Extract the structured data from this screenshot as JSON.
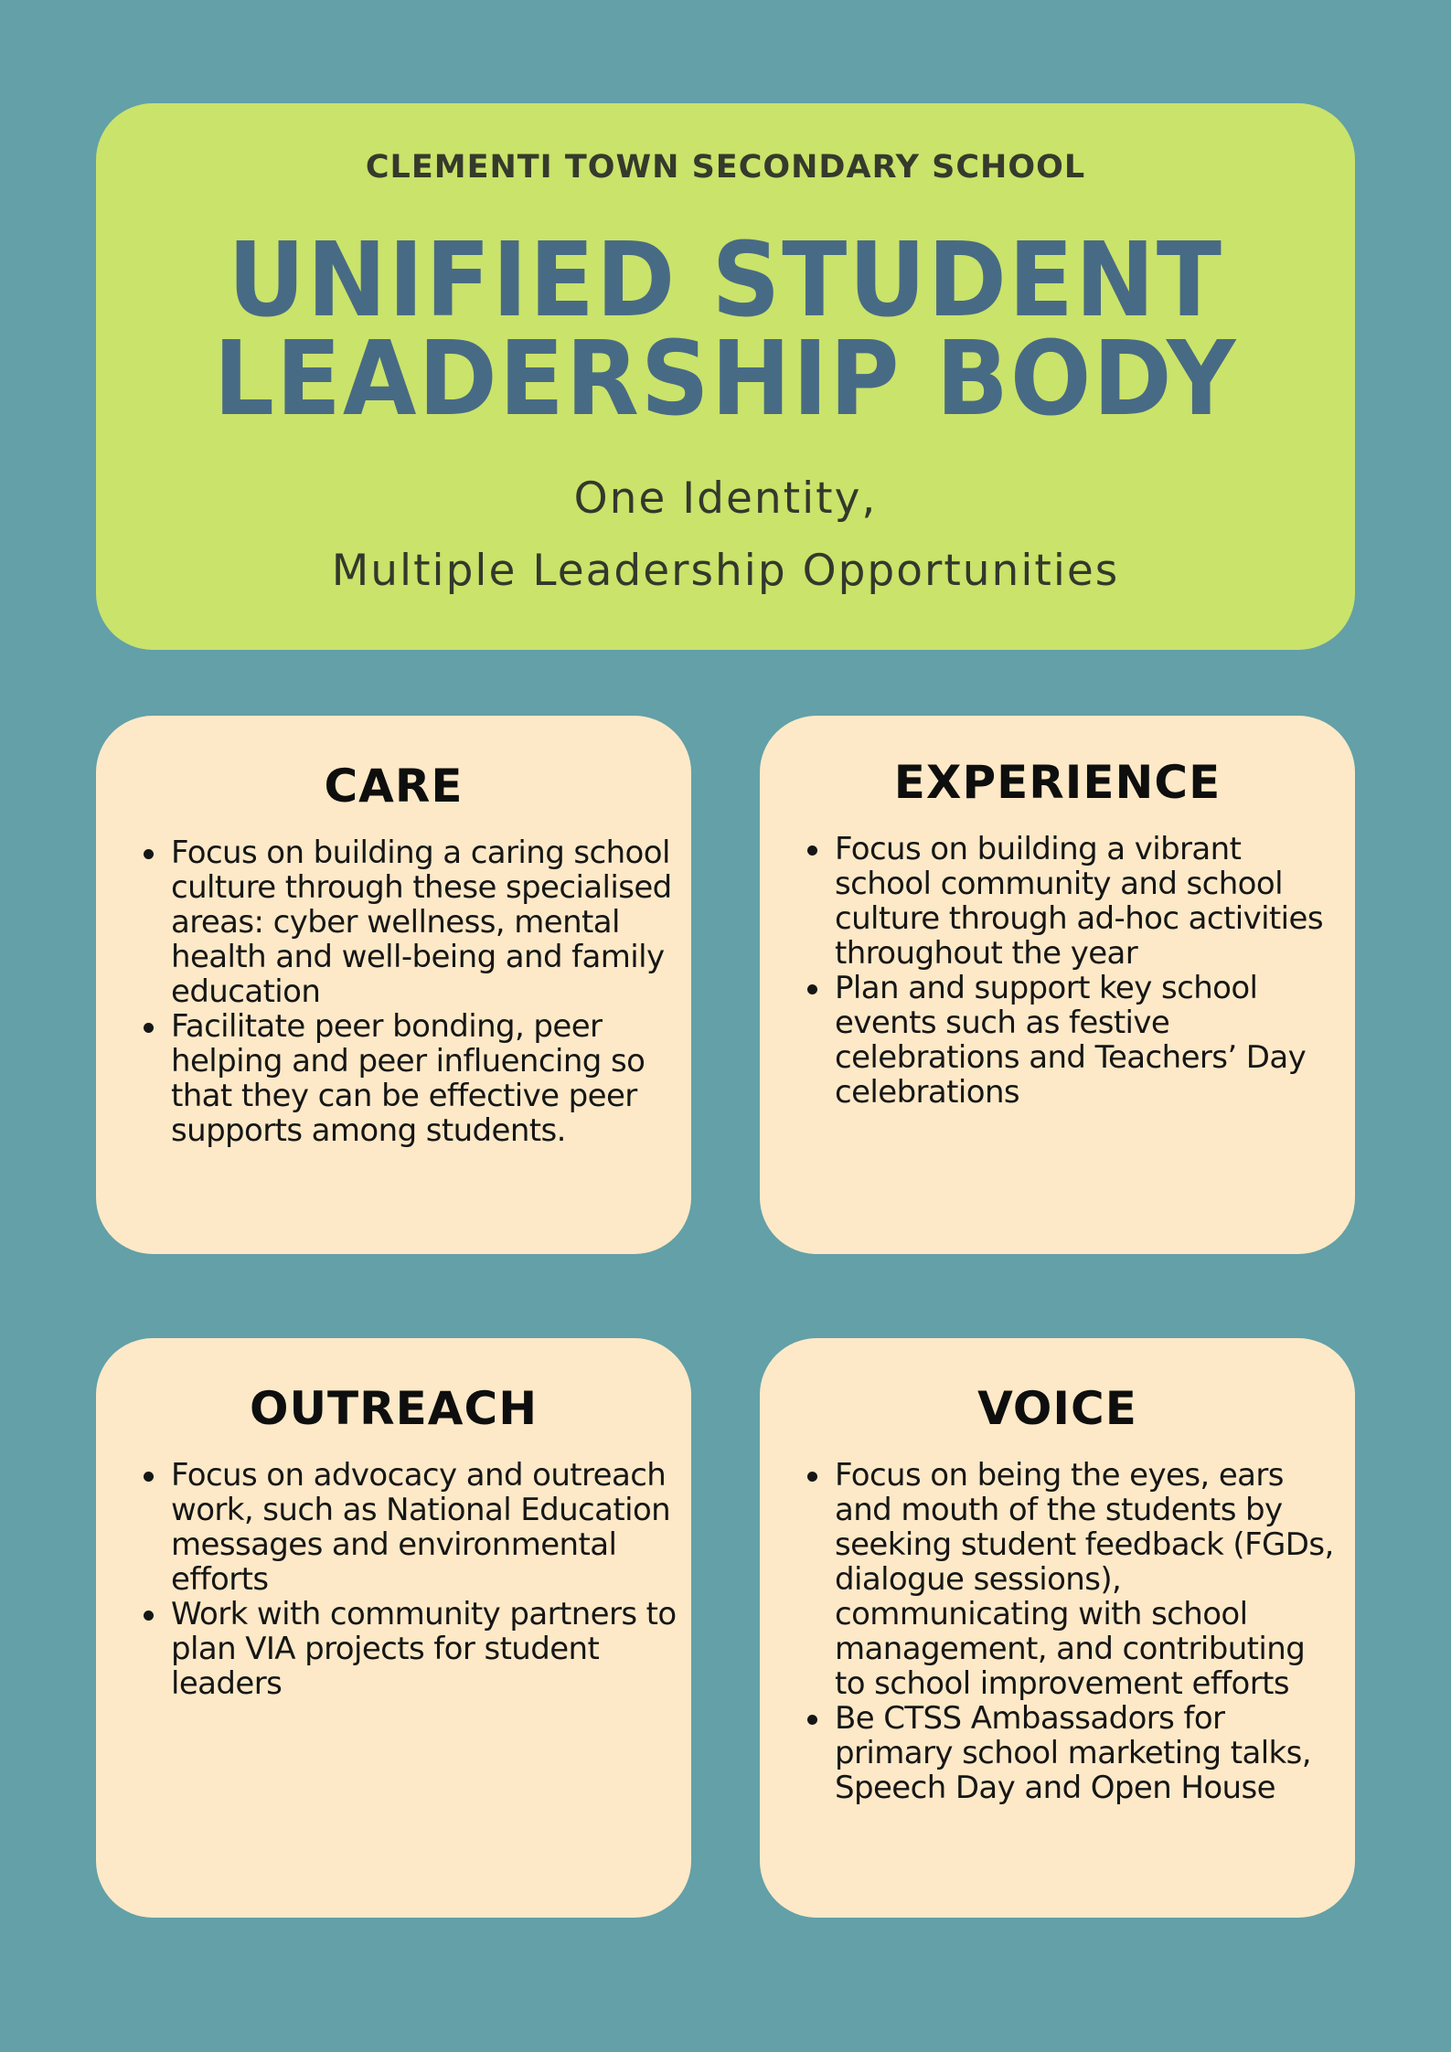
{
  "header": {
    "school": "CLEMENTI TOWN SECONDARY SCHOOL",
    "title_line1": "UNIFIED STUDENT",
    "title_line2": "LEADERSHIP BODY",
    "tagline_line1": "One Identity,",
    "tagline_line2": "Multiple Leadership Opportunities"
  },
  "colors": {
    "background": "#63a0a8",
    "header_card": "#cae36a",
    "title": "#486b85",
    "card": "#fde9c7"
  },
  "cards": {
    "care": {
      "title": "CARE",
      "items": [
        "Focus on building a caring school culture through these specialised areas: cyber wellness, mental health and well-being and family education",
        "Facilitate peer bonding, peer helping and peer influencing so that they can be effective peer supports among students."
      ]
    },
    "experience": {
      "title": "EXPERIENCE",
      "items": [
        "Focus on building a vibrant school community and school culture through ad-hoc activities throughout the year",
        "Plan and support key school events such as festive celebrations and Teachers’ Day celebrations"
      ]
    },
    "outreach": {
      "title": "OUTREACH",
      "items": [
        "Focus on advocacy and outreach work, such as National Education messages and environmental efforts",
        "Work with community partners to plan VIA projects for student leaders"
      ]
    },
    "voice": {
      "title": "VOICE",
      "items": [
        "Focus on being the eyes, ears and mouth of the students by seeking student feedback (FGDs, dialogue sessions), communicating with school management, and contributing to school improvement efforts",
        "Be CTSS Ambassadors for primary school marketing talks, Speech Day and Open House"
      ]
    }
  }
}
